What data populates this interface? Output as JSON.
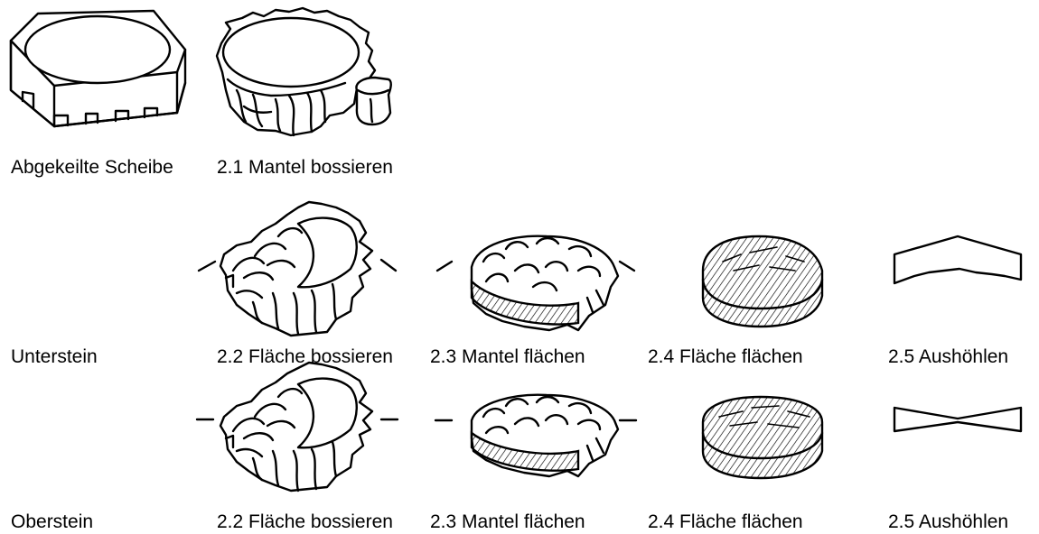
{
  "top_row": {
    "label_1": "Abgekeilte Scheibe",
    "label_2": "2.1 Mantel bossieren"
  },
  "unterstein": {
    "row_label": "Unterstein",
    "step_22": "2.2 Fläche bossieren",
    "step_23": "2.3 Mantel flächen",
    "step_24": "2.4 Fläche flächen",
    "step_25": "2.5 Aushöhlen"
  },
  "oberstein": {
    "row_label": "Oberstein",
    "step_22": "2.2 Fläche bossieren",
    "step_23": "2.3 Mantel flächen",
    "step_24": "2.4 Fläche flächen",
    "step_25": "2.5 Aushöhlen"
  }
}
